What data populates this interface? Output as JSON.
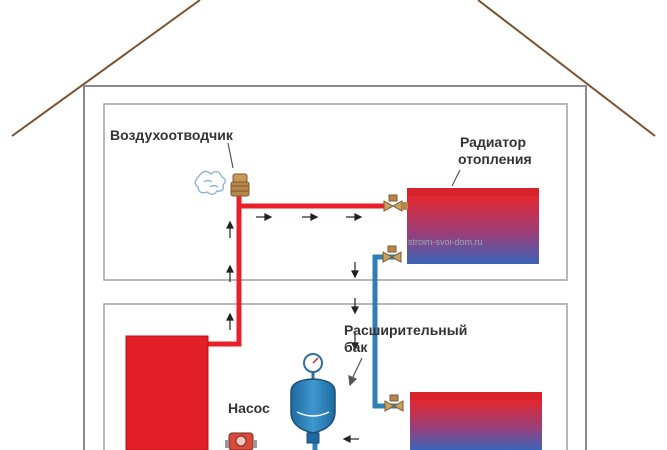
{
  "labels": {
    "air_vent": "Воздухоотводчик",
    "radiator_line1": "Радиатор",
    "radiator_line2": "отопления",
    "expansion_line1": "Расширительный",
    "expansion_line2": "бак",
    "pump": "Насос"
  },
  "watermark": "stroim-svoi-dom.ru",
  "colors": {
    "hot_pipe": "#e8202a",
    "cold_pipe": "#2f7fb4",
    "boiler": "#e21f26",
    "roof": "#7a5230",
    "wall": "#8a8a8a",
    "arrow": "#222222",
    "label_text": "#333333"
  },
  "icons": [
    "air-vent-icon",
    "steam-puff-icon",
    "radiator-icon",
    "valve-icon",
    "pressure-gauge-icon",
    "expansion-tank-icon",
    "pump-icon",
    "boiler-icon",
    "flow-arrow-icon"
  ]
}
